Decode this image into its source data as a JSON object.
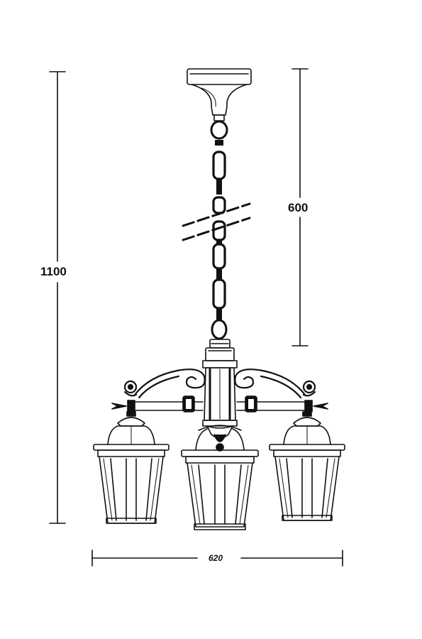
{
  "dimensions": {
    "total_height": "1100",
    "chain_length": "600",
    "width": "620"
  },
  "colors": {
    "line": "#111111",
    "background": "#ffffff"
  }
}
